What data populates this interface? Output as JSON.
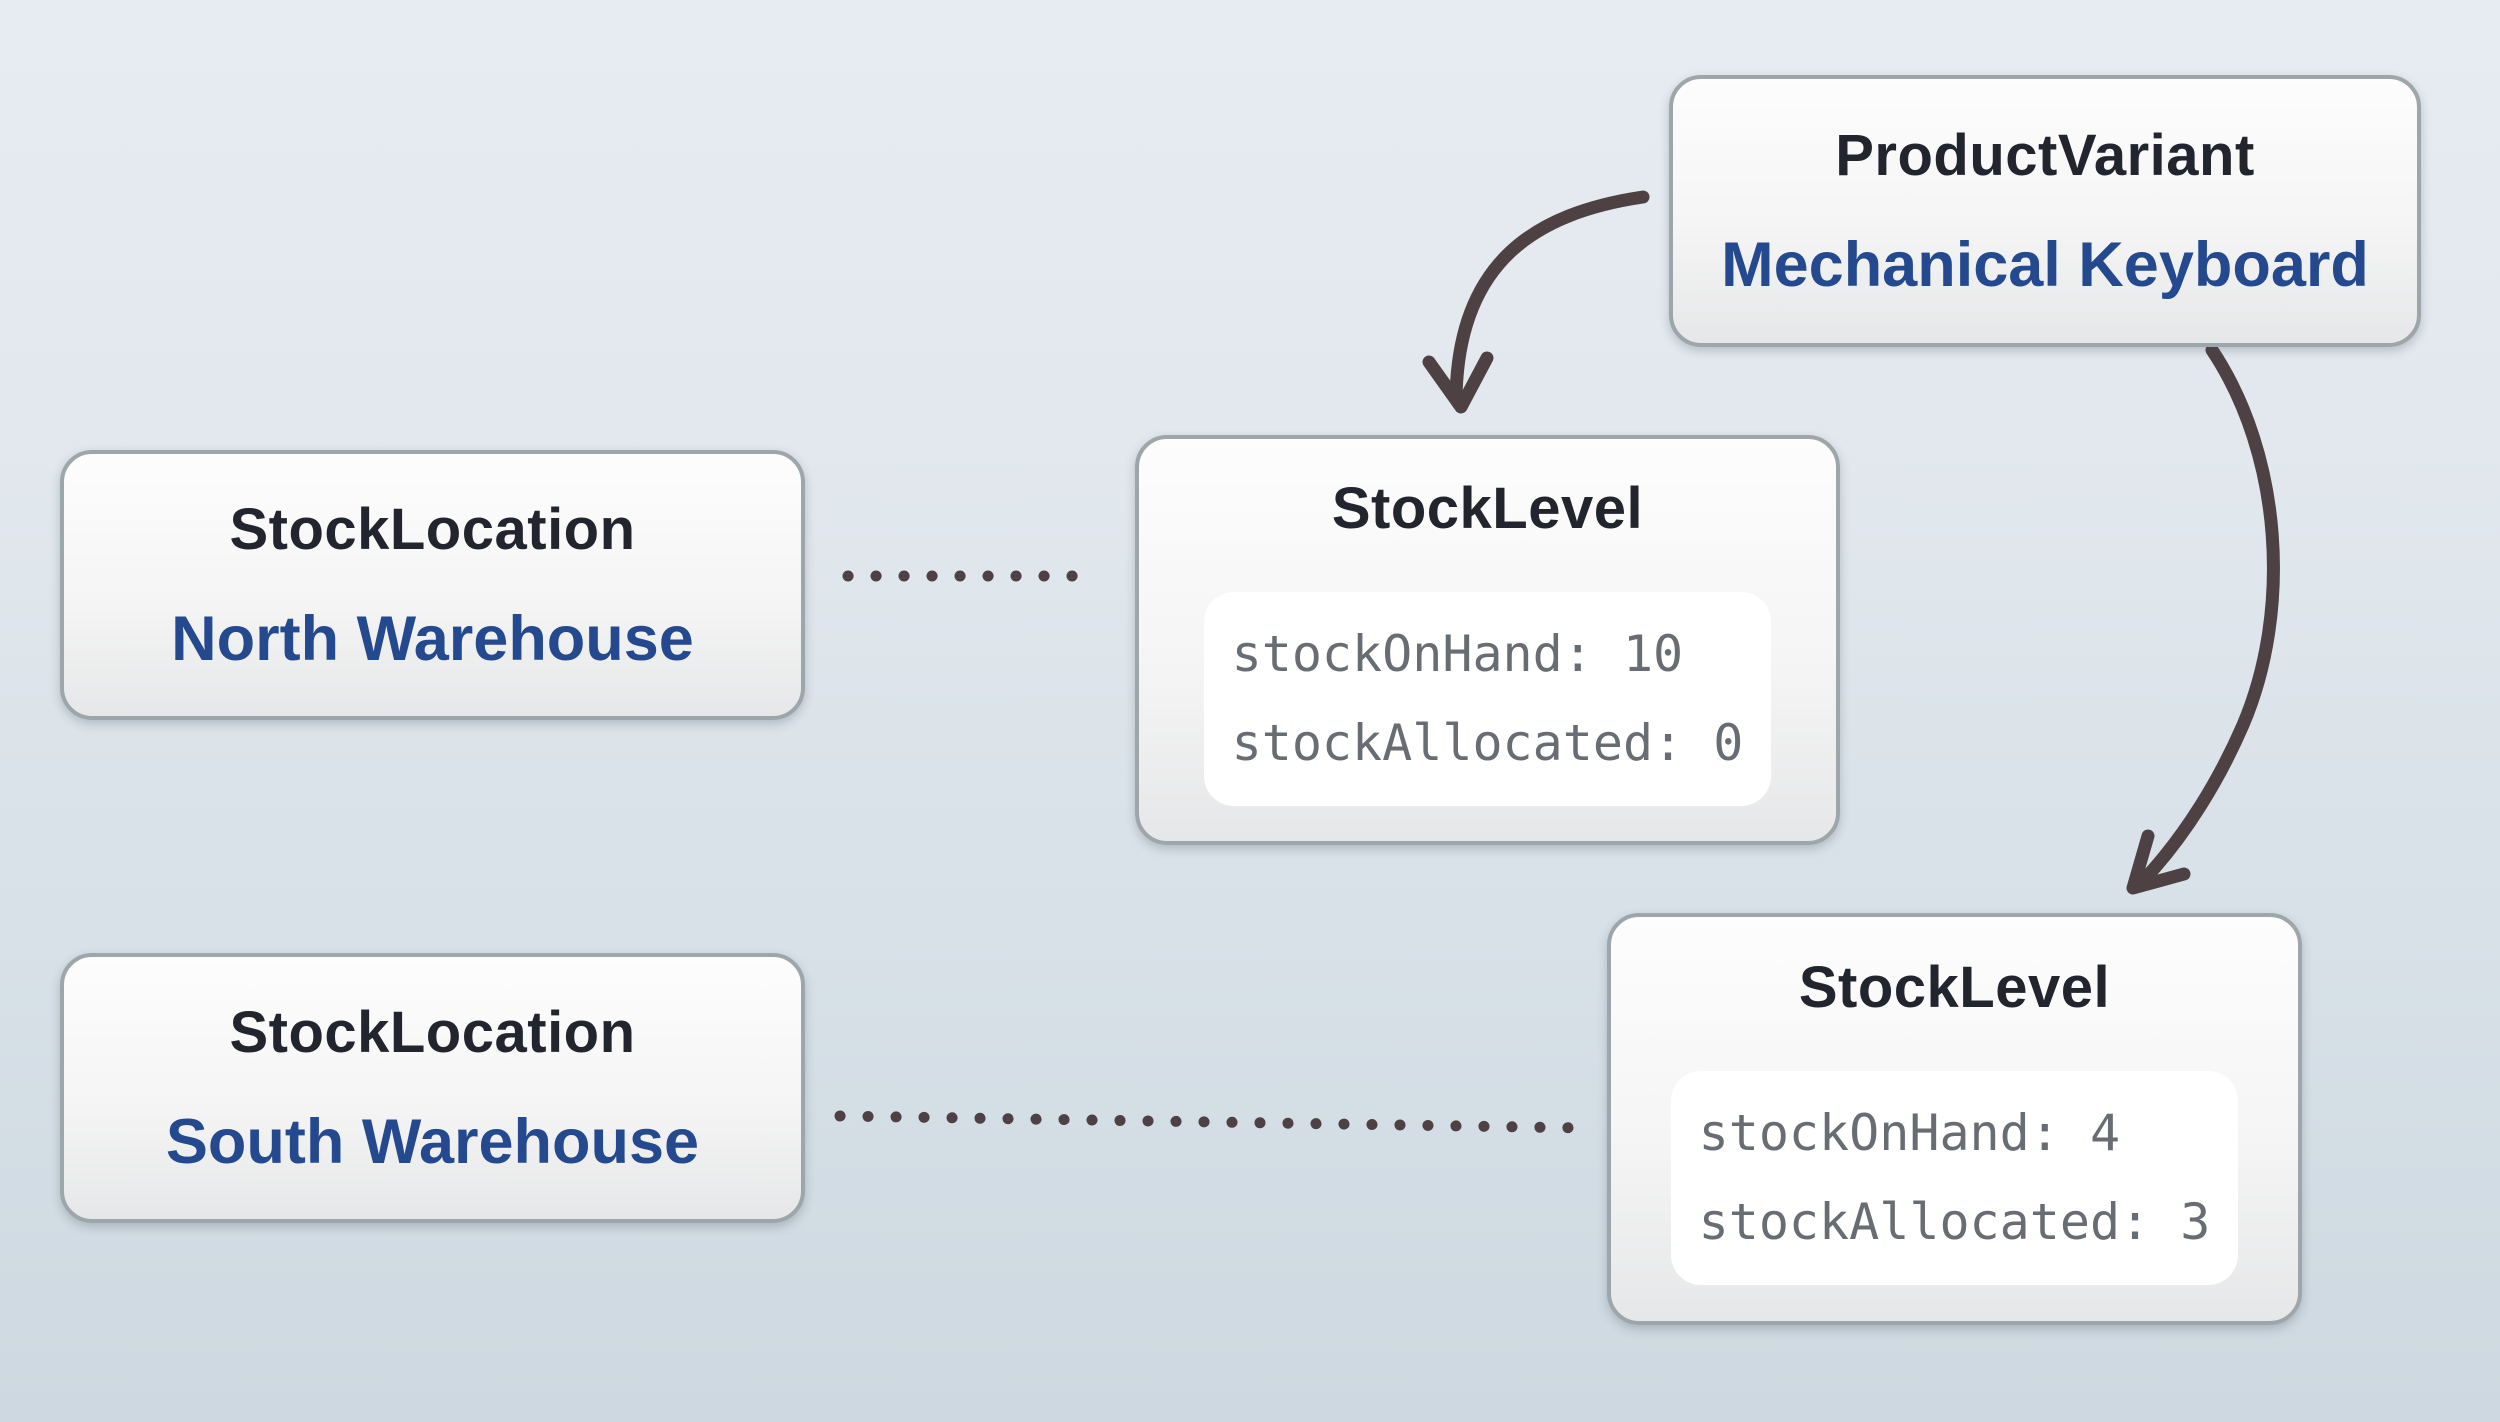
{
  "nodes": {
    "product_variant": {
      "type_label": "ProductVariant",
      "instance_label": "Mechanical Keyboard"
    },
    "stock_location_north": {
      "type_label": "StockLocation",
      "instance_label": "North Warehouse"
    },
    "stock_level_north": {
      "type_label": "StockLevel",
      "fields": {
        "stockOnHand": "10",
        "stockAllocated": "0"
      },
      "lines": [
        "stockOnHand: 10",
        "stockAllocated: 0"
      ]
    },
    "stock_location_south": {
      "type_label": "StockLocation",
      "instance_label": "South Warehouse"
    },
    "stock_level_south": {
      "type_label": "StockLevel",
      "fields": {
        "stockOnHand": "4",
        "stockAllocated": "3"
      },
      "lines": [
        "stockOnHand: 4",
        "stockAllocated: 3"
      ]
    }
  },
  "relations": [
    {
      "from": "ProductVariant",
      "to": "StockLevel (North)",
      "style": "curved-arrow"
    },
    {
      "from": "ProductVariant",
      "to": "StockLevel (South)",
      "style": "curved-arrow"
    },
    {
      "from": "StockLocation North Warehouse",
      "to": "StockLevel (North)",
      "style": "dotted-line"
    },
    {
      "from": "StockLocation South Warehouse",
      "to": "StockLevel (South)",
      "style": "dotted-line"
    }
  ],
  "colors": {
    "background_top": "#e6ecf2",
    "background_bottom": "#cdd8e0",
    "node_border": "#9da6ab",
    "node_fill_top": "#fdfdfd",
    "node_fill_bottom": "#e6e7e8",
    "title_text": "#22252e",
    "instance_text": "#24498f",
    "code_text": "#676d73",
    "code_background": "#ffffff",
    "arrow": "#4d4143"
  }
}
